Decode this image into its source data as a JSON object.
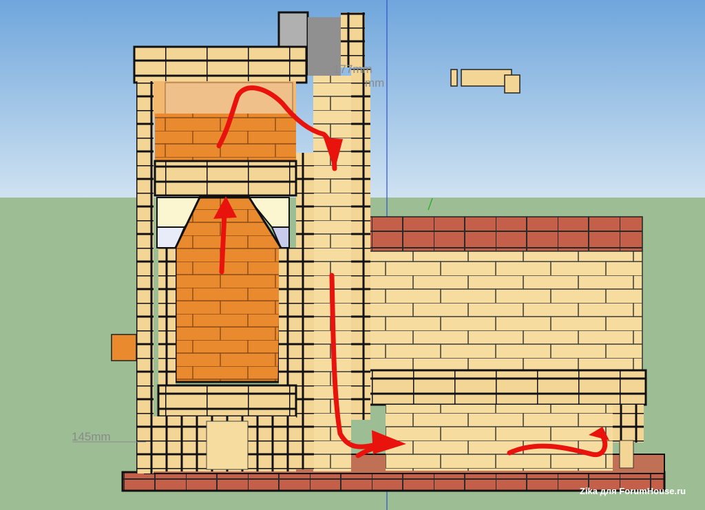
{
  "dimensions": {
    "top_label": "177mm",
    "top_label_2": "mm",
    "side_label": "145mm"
  },
  "watermark": "Zika для ForumHouse.ru",
  "colors": {
    "sky_top": "#6fa6dc",
    "sky_bottom": "#c9dff0",
    "ground": "#9dbd95",
    "brick_light": "#f5d99a",
    "brick_orange": "#e8872a",
    "brick_red": "#c0604a",
    "outline": "#1a1a1a",
    "arrow": "#e8130c"
  }
}
